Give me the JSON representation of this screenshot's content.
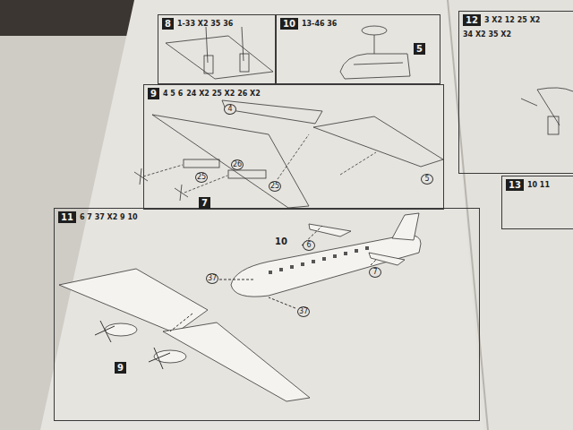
{
  "diagram": {
    "nodes": [
      {
        "text": [
          "8",
          "1-33 X2 35 36"
        ]
      },
      {
        "text": [
          "10",
          "13-46 36"
        ]
      },
      {
        "text": [
          "9",
          "4 5 6",
          "24 X2 25 X2 26 X2"
        ]
      },
      {
        "text": [
          "11",
          "6 7 37 X2 9 10"
        ]
      },
      {
        "text": [
          "12",
          "3 X2 12 25 X2",
          "34 X2 35 X2"
        ]
      },
      {
        "text": [
          "13",
          "10 11"
        ]
      }
    ],
    "labels": [
      "37",
      "37",
      "10",
      "6",
      "7",
      "9",
      "4",
      "25",
      "26",
      "25",
      "5",
      "7",
      "5"
    ]
  }
}
